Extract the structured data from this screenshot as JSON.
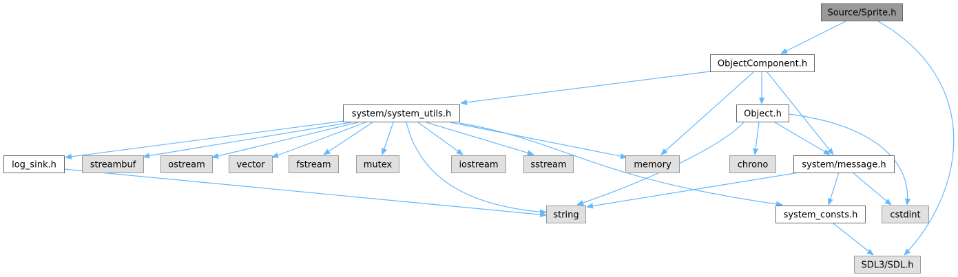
{
  "diagram": {
    "colors": {
      "edge": "#63b8ff",
      "root_fill": "#999999",
      "internal_fill": "#ffffff",
      "external_fill": "#e0e0e0",
      "internal_border": "#666666",
      "external_border": "#999999",
      "text": "#000000"
    },
    "nodes": [
      {
        "id": "sprite",
        "label": "Source/Sprite.h",
        "kind": "root"
      },
      {
        "id": "objcomp",
        "label": "ObjectComponent.h",
        "kind": "internal"
      },
      {
        "id": "sysutils",
        "label": "system/system_utils.h",
        "kind": "internal"
      },
      {
        "id": "object",
        "label": "Object.h",
        "kind": "internal"
      },
      {
        "id": "logsink",
        "label": "log_sink.h",
        "kind": "internal"
      },
      {
        "id": "streambuf",
        "label": "streambuf",
        "kind": "external"
      },
      {
        "id": "ostream",
        "label": "ostream",
        "kind": "external"
      },
      {
        "id": "vector",
        "label": "vector",
        "kind": "external"
      },
      {
        "id": "fstream",
        "label": "fstream",
        "kind": "external"
      },
      {
        "id": "mutex",
        "label": "mutex",
        "kind": "external"
      },
      {
        "id": "iostream",
        "label": "iostream",
        "kind": "external"
      },
      {
        "id": "sstream",
        "label": "sstream",
        "kind": "external"
      },
      {
        "id": "memory",
        "label": "memory",
        "kind": "external"
      },
      {
        "id": "chrono",
        "label": "chrono",
        "kind": "external"
      },
      {
        "id": "message",
        "label": "system/message.h",
        "kind": "internal"
      },
      {
        "id": "string",
        "label": "string",
        "kind": "external"
      },
      {
        "id": "sysconsts",
        "label": "system_consts.h",
        "kind": "internal"
      },
      {
        "id": "cstdint",
        "label": "cstdint",
        "kind": "external"
      },
      {
        "id": "sdl",
        "label": "SDL3/SDL.h",
        "kind": "external"
      }
    ],
    "edges": [
      [
        "sprite",
        "objcomp"
      ],
      [
        "sprite",
        "sdl"
      ],
      [
        "objcomp",
        "sysutils"
      ],
      [
        "objcomp",
        "object"
      ],
      [
        "objcomp",
        "memory"
      ],
      [
        "objcomp",
        "message"
      ],
      [
        "sysutils",
        "logsink"
      ],
      [
        "sysutils",
        "streambuf"
      ],
      [
        "sysutils",
        "ostream"
      ],
      [
        "sysutils",
        "vector"
      ],
      [
        "sysutils",
        "fstream"
      ],
      [
        "sysutils",
        "mutex"
      ],
      [
        "sysutils",
        "string"
      ],
      [
        "sysutils",
        "iostream"
      ],
      [
        "sysutils",
        "sstream"
      ],
      [
        "sysutils",
        "memory"
      ],
      [
        "sysutils",
        "sysconsts"
      ],
      [
        "logsink",
        "string"
      ],
      [
        "object",
        "string"
      ],
      [
        "object",
        "chrono"
      ],
      [
        "object",
        "message"
      ],
      [
        "object",
        "cstdint"
      ],
      [
        "message",
        "string"
      ],
      [
        "message",
        "sysconsts"
      ],
      [
        "message",
        "cstdint"
      ],
      [
        "sysconsts",
        "sdl"
      ]
    ]
  }
}
